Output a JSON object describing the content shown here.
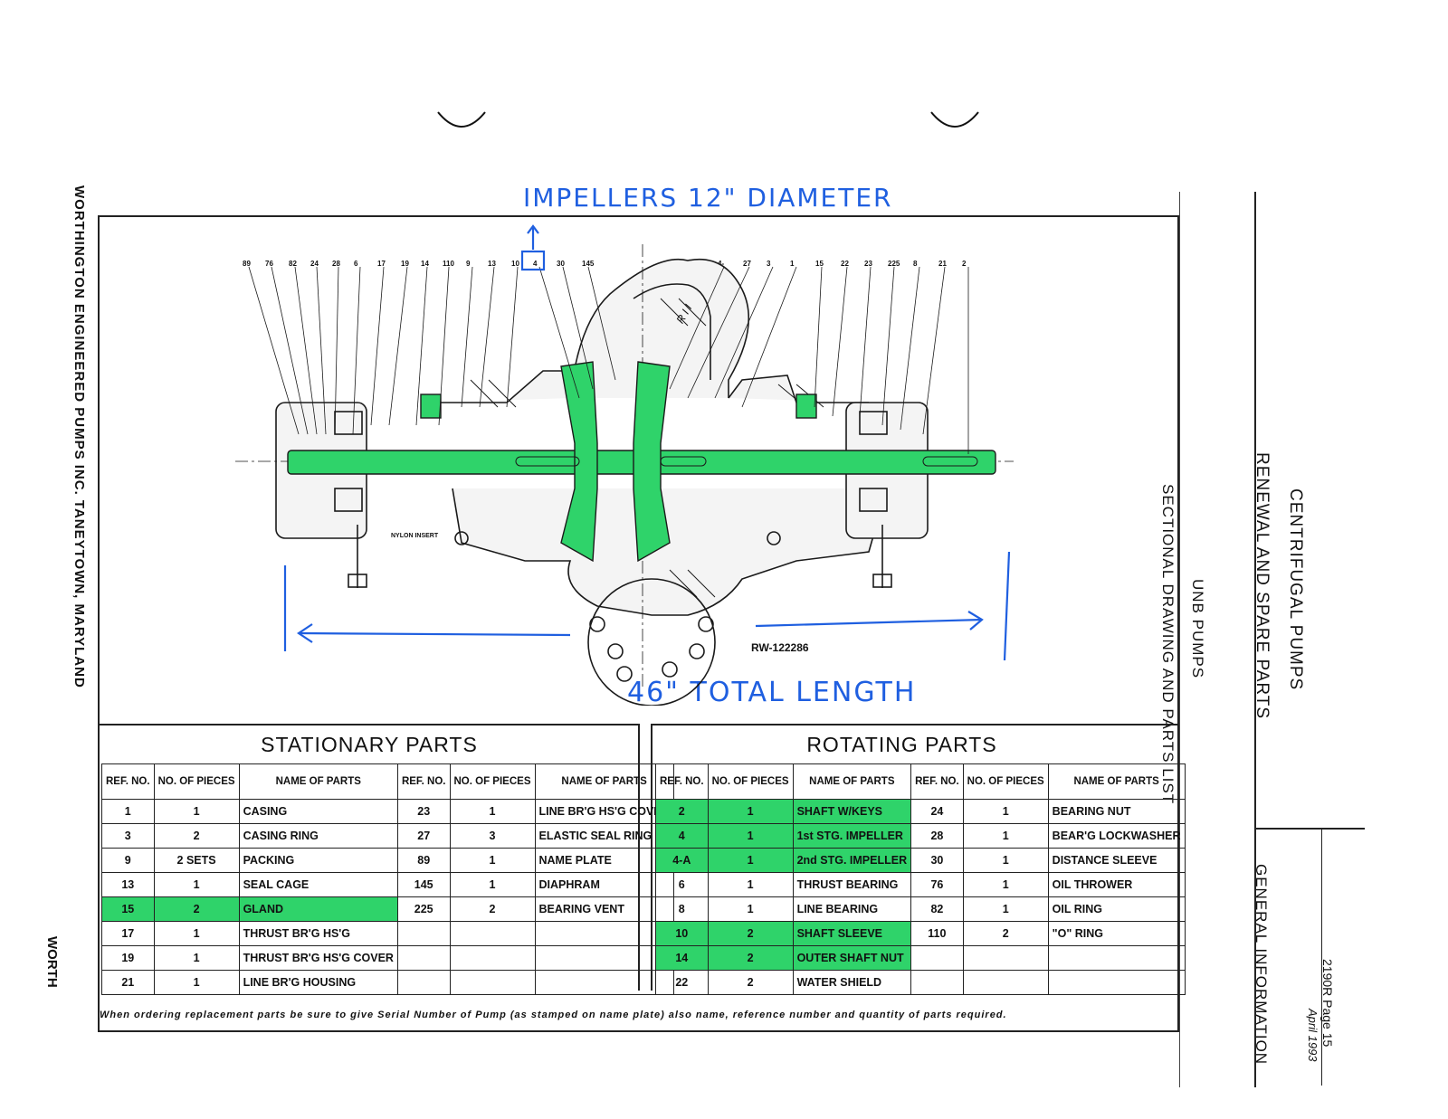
{
  "sidebar_left": {
    "company": "WORTHINGTON ENGINEERED PUMPS INC. TANEYTOWN, MARYLAND",
    "stamp": "WORTH"
  },
  "title_block": {
    "line1": "CENTRIFUGAL PUMPS",
    "line2": "RENEWAL AND SPARE PARTS",
    "line3": "UNB PUMPS",
    "line4": "SECTIONAL DRAWING AND PARTS LIST",
    "section": "GENERAL INFORMATION",
    "page_ref": "2190R Page 15",
    "date": "April 1993"
  },
  "annotations": {
    "impellers": "IMPELLERS 12\" DIAMETER",
    "total_length": "46\" TOTAL LENGTH",
    "drawing_number": "RW-122286",
    "nylon_insert": "NYLON INSERT",
    "radius_mark": "R I I"
  },
  "callouts": [
    "89",
    "76",
    "82",
    "24",
    "28",
    "6",
    "17",
    "19",
    "14",
    "110",
    "9",
    "13",
    "10",
    "4",
    "30",
    "145",
    "4-A",
    "27",
    "3",
    "1",
    "15",
    "22",
    "23",
    "225",
    "8",
    "21",
    "2"
  ],
  "headers": {
    "ref": "REF. NO.",
    "pieces": "NO. OF PIECES",
    "name": "NAME OF PARTS"
  },
  "stationary": {
    "title": "STATIONARY PARTS",
    "left": [
      {
        "ref": "1",
        "pcs": "1",
        "name": "CASING",
        "hl": false
      },
      {
        "ref": "3",
        "pcs": "2",
        "name": "CASING RING",
        "hl": false
      },
      {
        "ref": "9",
        "pcs": "2 SETS",
        "name": "PACKING",
        "hl": false
      },
      {
        "ref": "13",
        "pcs": "1",
        "name": "SEAL CAGE",
        "hl": false
      },
      {
        "ref": "15",
        "pcs": "2",
        "name": "GLAND",
        "hl": true
      },
      {
        "ref": "17",
        "pcs": "1",
        "name": "THRUST BR'G HS'G",
        "hl": false
      },
      {
        "ref": "19",
        "pcs": "1",
        "name": "THRUST BR'G HS'G COVER",
        "hl": false
      },
      {
        "ref": "21",
        "pcs": "1",
        "name": "LINE BR'G HOUSING",
        "hl": false
      }
    ],
    "right": [
      {
        "ref": "23",
        "pcs": "1",
        "name": "LINE BR'G HS'G COVER"
      },
      {
        "ref": "27",
        "pcs": "3",
        "name": "ELASTIC SEAL RING"
      },
      {
        "ref": "89",
        "pcs": "1",
        "name": "NAME PLATE"
      },
      {
        "ref": "145",
        "pcs": "1",
        "name": "DIAPHRAM"
      },
      {
        "ref": "225",
        "pcs": "2",
        "name": "BEARING VENT"
      },
      {
        "ref": "",
        "pcs": "",
        "name": ""
      },
      {
        "ref": "",
        "pcs": "",
        "name": ""
      },
      {
        "ref": "",
        "pcs": "",
        "name": ""
      }
    ]
  },
  "rotating": {
    "title": "ROTATING PARTS",
    "left": [
      {
        "ref": "2",
        "pcs": "1",
        "name": "SHAFT W/KEYS",
        "hl": true
      },
      {
        "ref": "4",
        "pcs": "1",
        "name": "1st STG. IMPELLER",
        "hl": true
      },
      {
        "ref": "4-A",
        "pcs": "1",
        "name": "2nd STG. IMPELLER",
        "hl": true
      },
      {
        "ref": "6",
        "pcs": "1",
        "name": "THRUST BEARING",
        "hl": false
      },
      {
        "ref": "8",
        "pcs": "1",
        "name": "LINE BEARING",
        "hl": false
      },
      {
        "ref": "10",
        "pcs": "2",
        "name": "SHAFT SLEEVE",
        "hl": true
      },
      {
        "ref": "14",
        "pcs": "2",
        "name": "OUTER SHAFT NUT",
        "hl": true
      },
      {
        "ref": "22",
        "pcs": "2",
        "name": "WATER SHIELD",
        "hl": false
      }
    ],
    "right": [
      {
        "ref": "24",
        "pcs": "1",
        "name": "BEARING NUT"
      },
      {
        "ref": "28",
        "pcs": "1",
        "name": "BEAR'G LOCKWASHER"
      },
      {
        "ref": "30",
        "pcs": "1",
        "name": "DISTANCE SLEEVE"
      },
      {
        "ref": "76",
        "pcs": "1",
        "name": "OIL THROWER"
      },
      {
        "ref": "82",
        "pcs": "1",
        "name": "OIL RING"
      },
      {
        "ref": "110",
        "pcs": "2",
        "name": "\"O\" RING"
      },
      {
        "ref": "",
        "pcs": "",
        "name": ""
      },
      {
        "ref": "",
        "pcs": "",
        "name": ""
      }
    ]
  },
  "footer": "When ordering replacement parts be sure to give Serial Number of Pump (as stamped on name plate) also name, reference number and quantity of parts required.",
  "colors": {
    "highlight": "#2fd36a",
    "ink": "#1f5fe0"
  }
}
